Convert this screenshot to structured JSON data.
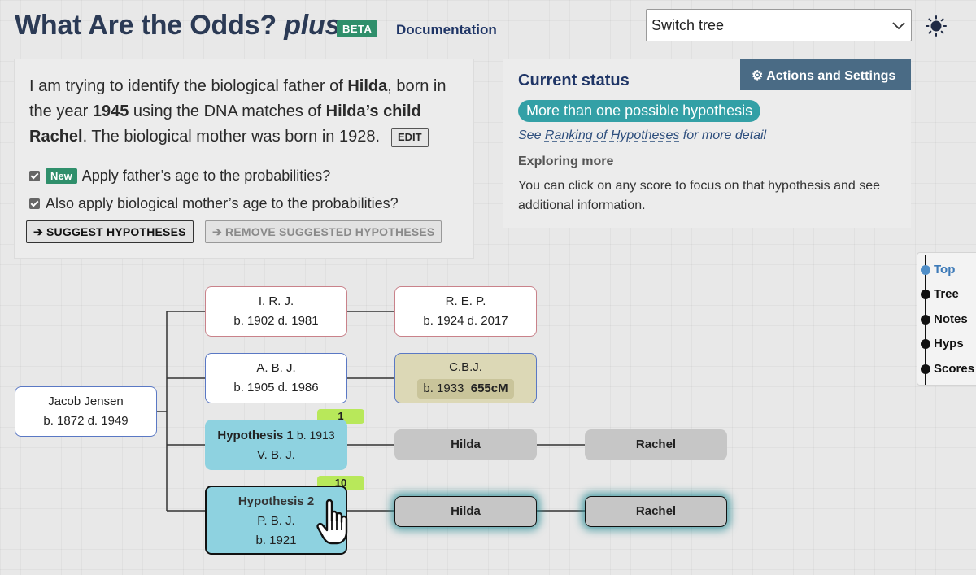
{
  "header": {
    "title_main": "What Are the Odds?",
    "title_plus": "plus",
    "beta": "BETA",
    "doc_link": "Documentation",
    "switch_tree": "Switch tree"
  },
  "intro": {
    "p1": "I am trying to identify the biological father of ",
    "name1": "Hilda",
    "p2": ", born in the year ",
    "year": "1945",
    "p3": " using the DNA matches of ",
    "name2": "Hilda’s child Rachel",
    "p4": ". The biological mother was born in 1928.",
    "edit": "EDIT"
  },
  "options": {
    "new_badge": "New",
    "opt1": "Apply father’s age to the probabilities?",
    "opt2": "Also apply biological mother’s age to the probabilities?",
    "suggest": "➔ SUGGEST HYPOTHESES",
    "remove": "➔ REMOVE SUGGESTED HYPOTHESES"
  },
  "status": {
    "actions": "Actions and Settings",
    "title": "Current status",
    "pill": "More than one possible hypothesis",
    "see_pre": "See ",
    "see_link": "Ranking of Hypotheses",
    "see_post": " for more detail",
    "explore_title": "Exploring more",
    "explore_text": "You can click on any score to focus on that hypothesis and see additional information."
  },
  "nav": [
    "Top",
    "Tree",
    "Notes",
    "Hyps",
    "Scores"
  ],
  "tree": {
    "root": {
      "name": "Jacob Jensen",
      "dates": "b. 1872 d. 1949"
    },
    "irj": {
      "name": "I. R. J.",
      "dates": "b. 1902 d. 1981"
    },
    "rep": {
      "name": "R. E. P.",
      "dates": "b. 1924 d. 2017"
    },
    "abj": {
      "name": "A. B. J.",
      "dates": "b. 1905 d. 1986"
    },
    "cbj": {
      "name": "C.B.J.",
      "born": "b. 1933",
      "cm": "655cM"
    },
    "hyp1": {
      "label": "Hypothesis 1",
      "born": "b. 1913",
      "name": "V. B. J.",
      "score": "1"
    },
    "hyp2": {
      "label": "Hypothesis 2",
      "name": "P. B. J.",
      "born": "b. 1921",
      "score": "10"
    },
    "hilda": "Hilda",
    "rachel": "Rachel"
  }
}
